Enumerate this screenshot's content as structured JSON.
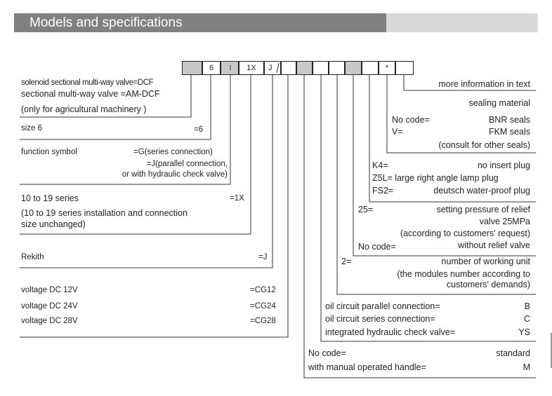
{
  "header": {
    "title": "Models and specifications"
  },
  "code_boxes": [
    "",
    "6",
    "",
    "1X",
    "J",
    "",
    "",
    "",
    "",
    "",
    "",
    "*"
  ],
  "left": {
    "solenoid_1": "solenoid sectional multi-way valve=DCF",
    "solenoid_2": "sectional multi-way valve =AM-DCF",
    "solenoid_3": "(only for agricultural machinery )",
    "size": "size 6",
    "size_code": "=6",
    "func": "function symbol",
    "func_g": "=G(series connection)",
    "func_j1": "=J(parallel connection,",
    "func_j2": "or with hydraulic check valve)",
    "series": "10 to 19 series",
    "series_code": "=1X",
    "series_note1": "(10 to 19 series installation and connection",
    "series_note2": "size unchanged)",
    "rekith": "Rekith",
    "rekith_code": "=J",
    "v12": "voltage DC 12V",
    "v12_code": "=CG12",
    "v24": "voltage DC 24V",
    "v24_code": "=CG24",
    "v28": "voltage DC 28V",
    "v28_code": "=CG28"
  },
  "right": {
    "more_info": "more information in text",
    "sealing": "sealing material",
    "nocode_l": "No code=",
    "nocode_r": "BNR seals",
    "v_l": "V=",
    "v_r": "FKM  seals",
    "consult": "(consult for other seals)",
    "k4_l": "K4=",
    "k4_r": "no insert plug",
    "z5l": "Z5L= large right angle lamp plug",
    "fs2_l": "FS2=",
    "fs2_r": "deutsch water-proof plug",
    "p25_l": "25=",
    "p25_r1": "setting pressure of relief",
    "p25_r2": "valve 25MPa",
    "p25_r3": "(according to customers' request)",
    "relief_l": "No code=",
    "relief_r": "without relief valve",
    "two_l": "2=",
    "two_r": "number of working unit",
    "two_r2": "(the modules number according to",
    "two_r3": "customers' demands)",
    "par_l": "oil circuit parallel connection=",
    "par_r": "B",
    "ser_l": "oil circuit series connection=",
    "ser_r": "C",
    "ys_l": "integrated hydraulic check valve=",
    "ys_r": "YS",
    "std_l": "No code=",
    "std_r": "standard",
    "man_l": "with manual operated handle=",
    "man_r": "M"
  }
}
